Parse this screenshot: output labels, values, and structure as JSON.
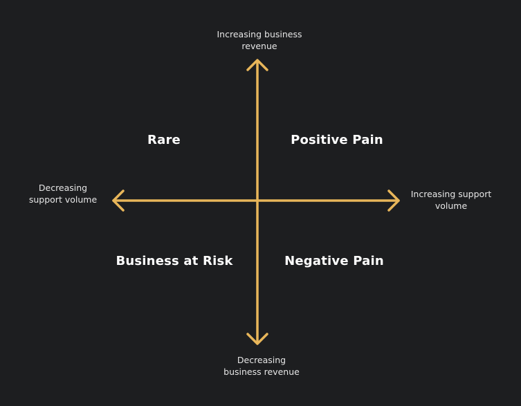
{
  "colors": {
    "background": "#1d1e20",
    "axis": "#e8b65a",
    "axis_label_text": "#e6e6e6",
    "quadrant_text": "#ffffff"
  },
  "axes": {
    "top": "Increasing business\nrevenue",
    "bottom": "Decreasing\nbusiness revenue",
    "left": "Decreasing\nsupport volume",
    "right": "Increasing support\nvolume"
  },
  "quadrants": {
    "top_left": "Rare",
    "top_right": "Positive Pain",
    "bottom_left": "Business at Risk",
    "bottom_right": "Negative Pain"
  }
}
